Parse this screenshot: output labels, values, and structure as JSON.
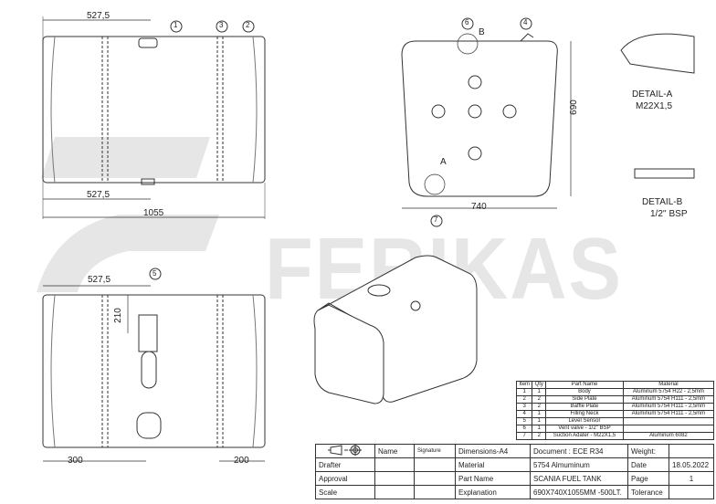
{
  "watermark": "FERIKAS",
  "top_view": {
    "dim_top": "527,5",
    "dim_bottom": "527,5",
    "dim_total": "1055",
    "callouts": [
      "1",
      "3",
      "2"
    ]
  },
  "front_view": {
    "dim_height": "690",
    "dim_width": "740",
    "callouts": [
      "6",
      "4",
      "7"
    ],
    "detail_marks": [
      "B",
      "A"
    ]
  },
  "details": [
    {
      "title": "DETAIL-A",
      "spec": "M22X1,5"
    },
    {
      "title": "DETAIL-B",
      "spec": "1/2'' BSP"
    }
  ],
  "bottom_view": {
    "dim_top": "527,5",
    "dim_sensor": "210",
    "dim_left": "300",
    "dim_right": "200",
    "callout": "5"
  },
  "parts_table": {
    "headers": [
      "Item",
      "Qty",
      "Part Name",
      "Material"
    ],
    "rows": [
      [
        "1",
        "1",
        "Body",
        "Aluminum 5754 H22 - 2,5mm"
      ],
      [
        "2",
        "2",
        "Side Plate",
        "Aluminum 5754 H111 - 2,5mm"
      ],
      [
        "3",
        "2",
        "Baffle Plate",
        "Aluminum 5754 H111 - 2,5mm"
      ],
      [
        "4",
        "1",
        "Filling Neck",
        "Aluminum 5754 H111 - 2,5mm"
      ],
      [
        "5",
        "1",
        "Level Sensor",
        ""
      ],
      [
        "6",
        "1",
        "Vent valve - 1/2'' BSP",
        ""
      ],
      [
        "7",
        "2",
        "Suction Adater - M22X1,5",
        "Aluminum 6082"
      ]
    ]
  },
  "title_block": {
    "row0": [
      "Name",
      "Signature",
      "Dimensions-A4",
      "Document : ECE R34",
      "Weight:",
      ""
    ],
    "row1": [
      "Drafter",
      "",
      "",
      "Material",
      "5754 Almuminum",
      "Date",
      "18.05.2022"
    ],
    "row2": [
      "Approval",
      "",
      "",
      "Part Name",
      "SCANIA FUEL TANK",
      "Page",
      "1"
    ],
    "row3": [
      "Scale",
      "",
      "",
      "Explanation",
      "690X740X1055MM -500LT.",
      "Tolerance",
      ""
    ]
  }
}
